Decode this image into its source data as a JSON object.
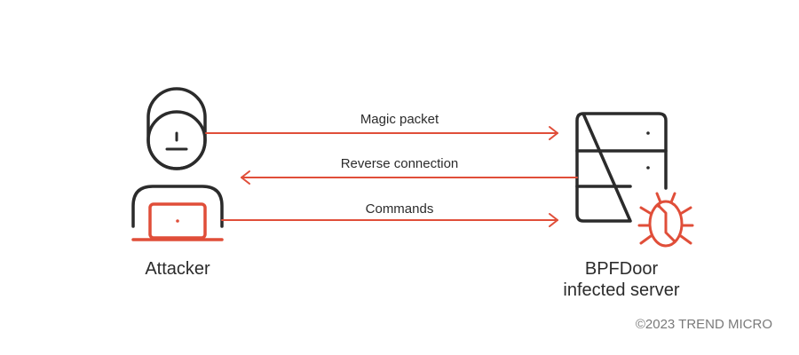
{
  "colors": {
    "accent": "#e04e39",
    "ink": "#2b2b2b",
    "muted": "#7a7a7a",
    "background": "#ffffff"
  },
  "nodes": {
    "attacker": {
      "label": "Attacker",
      "icon": "hacker-with-laptop-icon"
    },
    "server": {
      "label_line1": "BPFDoor",
      "label_line2": "infected server",
      "icon": "server-stack-icon",
      "badge_icon": "bug-icon"
    }
  },
  "arrows": {
    "magic_packet": {
      "label": "Magic packet",
      "direction": "attacker-to-server"
    },
    "reverse_connection": {
      "label": "Reverse connection",
      "direction": "server-to-attacker"
    },
    "commands": {
      "label": "Commands",
      "direction": "attacker-to-server"
    }
  },
  "footer": {
    "copyright": "©2023 TREND MICRO"
  }
}
